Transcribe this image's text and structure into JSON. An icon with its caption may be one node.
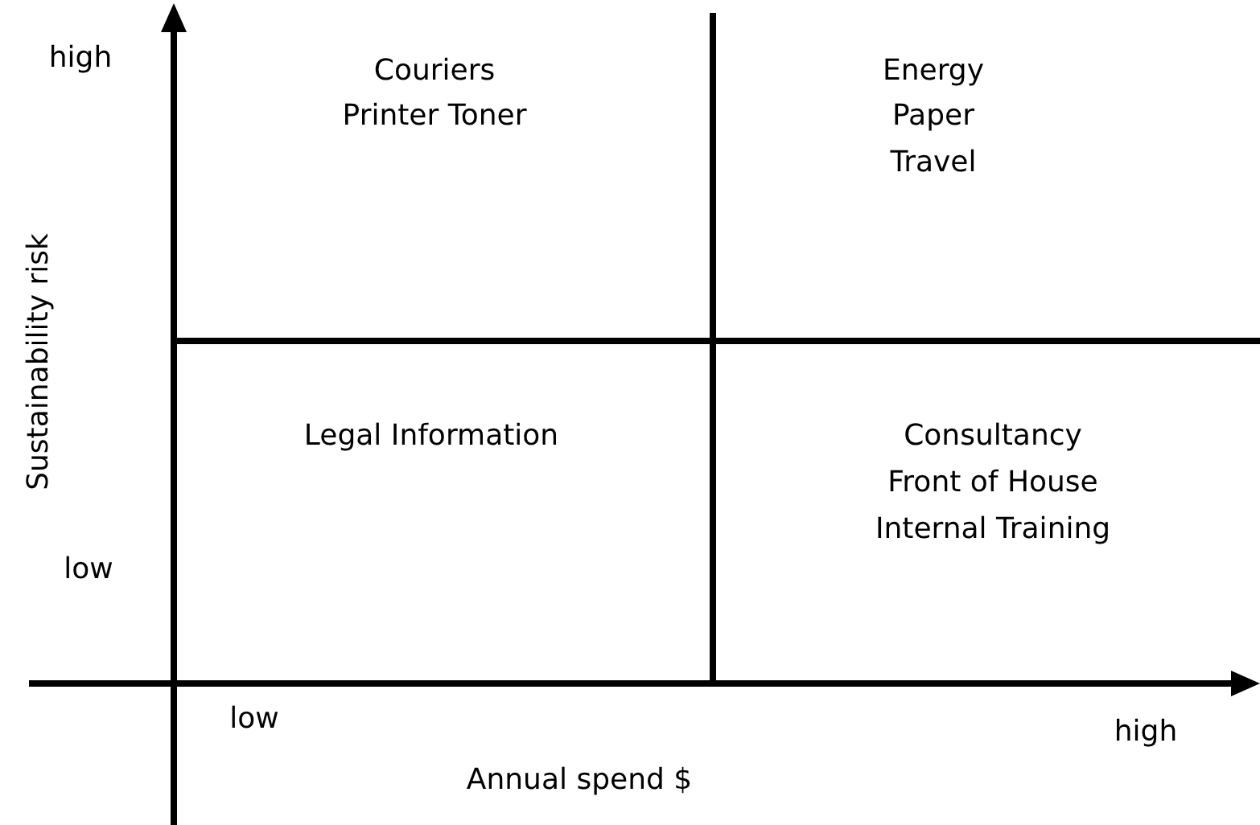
{
  "diagram": {
    "labels": [
      "high",
      "Couriers",
      "Printer Toner",
      "Energy",
      "Paper",
      "Travel",
      "Sustainability risk",
      "Legal Information",
      "Consultancy",
      "Front of House",
      "Internal Training",
      "low",
      "low",
      "high",
      "Annual spend $"
    ]
  }
}
